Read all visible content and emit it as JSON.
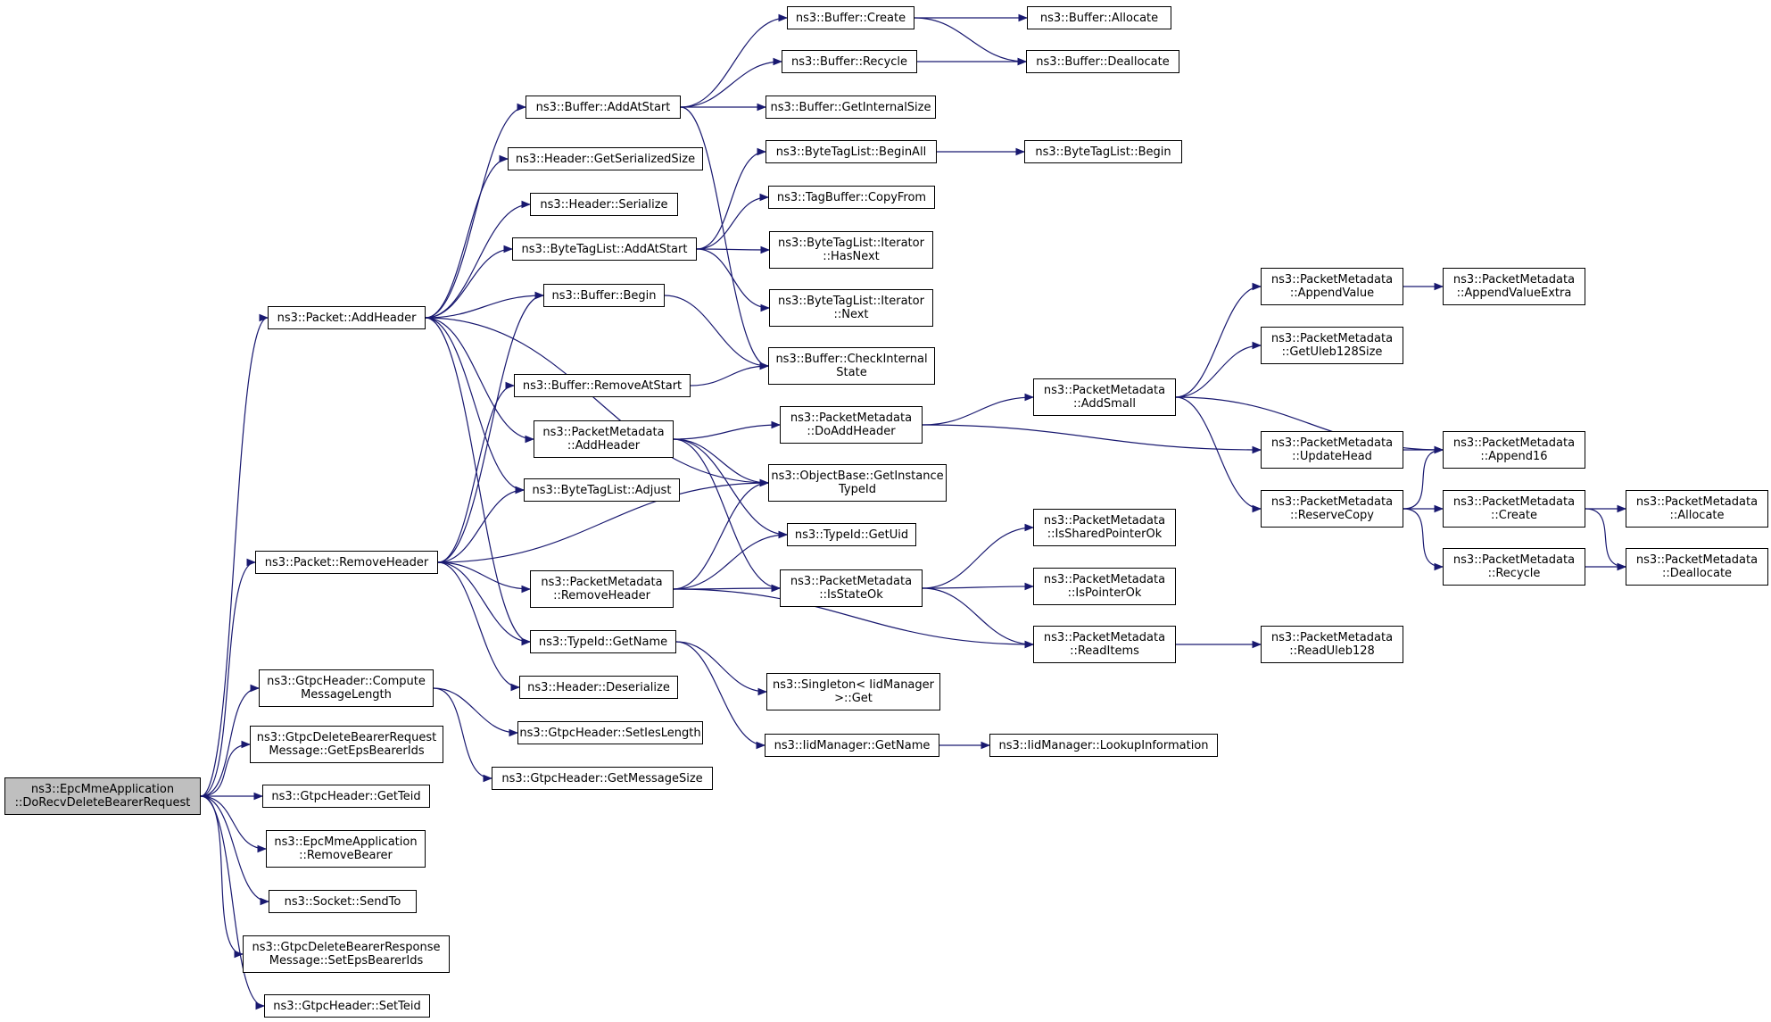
{
  "colors": {
    "edge": "#191970",
    "border": "#000000",
    "root_fill": "#bfbfbf",
    "node_fill": "#ffffff"
  },
  "nodes": [
    {
      "id": "root",
      "lines": [
        "ns3::EpcMmeApplication",
        "::DoRecvDeleteBearerRequest"
      ],
      "root": true
    },
    {
      "id": "pkt_addheader",
      "lines": [
        "ns3::Packet::AddHeader"
      ]
    },
    {
      "id": "pkt_removeheader",
      "lines": [
        "ns3::Packet::RemoveHeader"
      ]
    },
    {
      "id": "gtpc_compute",
      "lines": [
        "ns3::GtpcHeader::Compute",
        "MessageLength"
      ]
    },
    {
      "id": "gtpc_getepsbearerids",
      "lines": [
        "ns3::GtpcDeleteBearerRequest",
        "Message::GetEpsBearerIds"
      ]
    },
    {
      "id": "gtpc_getteid",
      "lines": [
        "ns3::GtpcHeader::GetTeid"
      ]
    },
    {
      "id": "epc_removebearer",
      "lines": [
        "ns3::EpcMmeApplication",
        "::RemoveBearer"
      ]
    },
    {
      "id": "socket_sendto",
      "lines": [
        "ns3::Socket::SendTo"
      ]
    },
    {
      "id": "gtpc_setepsbearerids",
      "lines": [
        "ns3::GtpcDeleteBearerResponse",
        "Message::SetEpsBearerIds"
      ]
    },
    {
      "id": "gtpc_setteid",
      "lines": [
        "ns3::GtpcHeader::SetTeid"
      ]
    },
    {
      "id": "buf_addatstart",
      "lines": [
        "ns3::Buffer::AddAtStart"
      ]
    },
    {
      "id": "hdr_getserializedsize",
      "lines": [
        "ns3::Header::GetSerializedSize"
      ]
    },
    {
      "id": "hdr_serialize",
      "lines": [
        "ns3::Header::Serialize"
      ]
    },
    {
      "id": "btl_addatstart",
      "lines": [
        "ns3::ByteTagList::AddAtStart"
      ]
    },
    {
      "id": "buf_begin",
      "lines": [
        "ns3::Buffer::Begin"
      ]
    },
    {
      "id": "buf_removeatstart",
      "lines": [
        "ns3::Buffer::RemoveAtStart"
      ]
    },
    {
      "id": "pm_addheader",
      "lines": [
        "ns3::PacketMetadata",
        "::AddHeader"
      ]
    },
    {
      "id": "btl_adjust",
      "lines": [
        "ns3::ByteTagList::Adjust"
      ]
    },
    {
      "id": "pm_removeheader",
      "lines": [
        "ns3::PacketMetadata",
        "::RemoveHeader"
      ]
    },
    {
      "id": "typeid_getname",
      "lines": [
        "ns3::TypeId::GetName"
      ]
    },
    {
      "id": "hdr_deserialize",
      "lines": [
        "ns3::Header::Deserialize"
      ]
    },
    {
      "id": "gtpc_setieslength",
      "lines": [
        "ns3::GtpcHeader::SetIesLength"
      ]
    },
    {
      "id": "gtpc_getmessagesize",
      "lines": [
        "ns3::GtpcHeader::GetMessageSize"
      ]
    },
    {
      "id": "buf_create",
      "lines": [
        "ns3::Buffer::Create"
      ]
    },
    {
      "id": "buf_recycle",
      "lines": [
        "ns3::Buffer::Recycle"
      ]
    },
    {
      "id": "buf_getinternalsize",
      "lines": [
        "ns3::Buffer::GetInternalSize"
      ]
    },
    {
      "id": "btl_beginall",
      "lines": [
        "ns3::ByteTagList::BeginAll"
      ]
    },
    {
      "id": "tagbuf_copyfrom",
      "lines": [
        "ns3::TagBuffer::CopyFrom"
      ]
    },
    {
      "id": "btl_iter_hasnext",
      "lines": [
        "ns3::ByteTagList::Iterator",
        "::HasNext"
      ]
    },
    {
      "id": "btl_iter_next",
      "lines": [
        "ns3::ByteTagList::Iterator",
        "::Next"
      ]
    },
    {
      "id": "buf_checkinternal",
      "lines": [
        "ns3::Buffer::CheckInternal",
        "State"
      ]
    },
    {
      "id": "pm_doaddheader",
      "lines": [
        "ns3::PacketMetadata",
        "::DoAddHeader"
      ]
    },
    {
      "id": "objbase_getinstancetypeid",
      "lines": [
        "ns3::ObjectBase::GetInstance",
        "TypeId"
      ]
    },
    {
      "id": "typeid_getuid",
      "lines": [
        "ns3::TypeId::GetUid"
      ]
    },
    {
      "id": "pm_isstateok",
      "lines": [
        "ns3::PacketMetadata",
        "::IsStateOk"
      ]
    },
    {
      "id": "singleton_get",
      "lines": [
        "ns3::Singleton< IidManager",
        ">::Get"
      ]
    },
    {
      "id": "iid_getname",
      "lines": [
        "ns3::IidManager::GetName"
      ]
    },
    {
      "id": "buf_allocate",
      "lines": [
        "ns3::Buffer::Allocate"
      ]
    },
    {
      "id": "buf_deallocate",
      "lines": [
        "ns3::Buffer::Deallocate"
      ]
    },
    {
      "id": "btl_begin",
      "lines": [
        "ns3::ByteTagList::Begin"
      ]
    },
    {
      "id": "pm_addsmall",
      "lines": [
        "ns3::PacketMetadata",
        "::AddSmall"
      ]
    },
    {
      "id": "pm_issharedpointerok",
      "lines": [
        "ns3::PacketMetadata",
        "::IsSharedPointerOk"
      ]
    },
    {
      "id": "pm_ispointerok",
      "lines": [
        "ns3::PacketMetadata",
        "::IsPointerOk"
      ]
    },
    {
      "id": "pm_readitems",
      "lines": [
        "ns3::PacketMetadata",
        "::ReadItems"
      ]
    },
    {
      "id": "iid_lookupinformation",
      "lines": [
        "ns3::IidManager::LookupInformation"
      ]
    },
    {
      "id": "pm_appendvalue",
      "lines": [
        "ns3::PacketMetadata",
        "::AppendValue"
      ]
    },
    {
      "id": "pm_getuleb128size",
      "lines": [
        "ns3::PacketMetadata",
        "::GetUleb128Size"
      ]
    },
    {
      "id": "pm_updatehead",
      "lines": [
        "ns3::PacketMetadata",
        "::UpdateHead"
      ]
    },
    {
      "id": "pm_reservecopy",
      "lines": [
        "ns3::PacketMetadata",
        "::ReserveCopy"
      ]
    },
    {
      "id": "pm_readuleb128",
      "lines": [
        "ns3::PacketMetadata",
        "::ReadUleb128"
      ]
    },
    {
      "id": "pm_appendvalueextra",
      "lines": [
        "ns3::PacketMetadata",
        "::AppendValueExtra"
      ]
    },
    {
      "id": "pm_append16",
      "lines": [
        "ns3::PacketMetadata",
        "::Append16"
      ]
    },
    {
      "id": "pm_create",
      "lines": [
        "ns3::PacketMetadata",
        "::Create"
      ]
    },
    {
      "id": "pm_recycle",
      "lines": [
        "ns3::PacketMetadata",
        "::Recycle"
      ]
    },
    {
      "id": "pm_allocate",
      "lines": [
        "ns3::PacketMetadata",
        "::Allocate"
      ]
    },
    {
      "id": "pm_deallocate",
      "lines": [
        "ns3::PacketMetadata",
        "::Deallocate"
      ]
    }
  ],
  "edges": [
    [
      "root",
      "pkt_addheader"
    ],
    [
      "root",
      "pkt_removeheader"
    ],
    [
      "root",
      "gtpc_compute"
    ],
    [
      "root",
      "gtpc_getepsbearerids"
    ],
    [
      "root",
      "gtpc_getteid"
    ],
    [
      "root",
      "epc_removebearer"
    ],
    [
      "root",
      "socket_sendto"
    ],
    [
      "root",
      "gtpc_setepsbearerids"
    ],
    [
      "root",
      "gtpc_setteid"
    ],
    [
      "pkt_addheader",
      "buf_addatstart"
    ],
    [
      "pkt_addheader",
      "hdr_getserializedsize"
    ],
    [
      "pkt_addheader",
      "hdr_serialize"
    ],
    [
      "pkt_addheader",
      "btl_addatstart"
    ],
    [
      "pkt_addheader",
      "buf_begin"
    ],
    [
      "pkt_addheader",
      "pm_addheader"
    ],
    [
      "pkt_addheader",
      "btl_adjust"
    ],
    [
      "pkt_addheader",
      "objbase_getinstancetypeid"
    ],
    [
      "pkt_addheader",
      "typeid_getname"
    ],
    [
      "pkt_removeheader",
      "buf_begin"
    ],
    [
      "pkt_removeheader",
      "buf_removeatstart"
    ],
    [
      "pkt_removeheader",
      "btl_adjust"
    ],
    [
      "pkt_removeheader",
      "pm_removeheader"
    ],
    [
      "pkt_removeheader",
      "typeid_getname"
    ],
    [
      "pkt_removeheader",
      "hdr_deserialize"
    ],
    [
      "pkt_removeheader",
      "objbase_getinstancetypeid"
    ],
    [
      "gtpc_compute",
      "gtpc_setieslength"
    ],
    [
      "gtpc_compute",
      "gtpc_getmessagesize"
    ],
    [
      "buf_addatstart",
      "buf_create"
    ],
    [
      "buf_addatstart",
      "buf_recycle"
    ],
    [
      "buf_addatstart",
      "buf_getinternalsize"
    ],
    [
      "buf_addatstart",
      "buf_checkinternal"
    ],
    [
      "btl_addatstart",
      "btl_beginall"
    ],
    [
      "btl_addatstart",
      "tagbuf_copyfrom"
    ],
    [
      "btl_addatstart",
      "btl_iter_hasnext"
    ],
    [
      "btl_addatstart",
      "btl_iter_next"
    ],
    [
      "buf_begin",
      "buf_checkinternal"
    ],
    [
      "buf_removeatstart",
      "buf_checkinternal"
    ],
    [
      "pm_addheader",
      "pm_doaddheader"
    ],
    [
      "pm_addheader",
      "objbase_getinstancetypeid"
    ],
    [
      "pm_addheader",
      "typeid_getuid"
    ],
    [
      "pm_addheader",
      "pm_isstateok"
    ],
    [
      "pm_removeheader",
      "objbase_getinstancetypeid"
    ],
    [
      "pm_removeheader",
      "typeid_getuid"
    ],
    [
      "pm_removeheader",
      "pm_isstateok"
    ],
    [
      "pm_removeheader",
      "pm_readitems"
    ],
    [
      "typeid_getname",
      "singleton_get"
    ],
    [
      "typeid_getname",
      "iid_getname"
    ],
    [
      "buf_create",
      "buf_allocate"
    ],
    [
      "buf_create",
      "buf_deallocate"
    ],
    [
      "buf_recycle",
      "buf_deallocate"
    ],
    [
      "btl_beginall",
      "btl_begin"
    ],
    [
      "pm_doaddheader",
      "pm_addsmall"
    ],
    [
      "pm_doaddheader",
      "pm_updatehead"
    ],
    [
      "pm_isstateok",
      "pm_issharedpointerok"
    ],
    [
      "pm_isstateok",
      "pm_ispointerok"
    ],
    [
      "pm_isstateok",
      "pm_readitems"
    ],
    [
      "iid_getname",
      "iid_lookupinformation"
    ],
    [
      "pm_addsmall",
      "pm_appendvalue"
    ],
    [
      "pm_addsmall",
      "pm_getuleb128size"
    ],
    [
      "pm_addsmall",
      "pm_append16"
    ],
    [
      "pm_addsmall",
      "pm_reservecopy"
    ],
    [
      "pm_readitems",
      "pm_readuleb128"
    ],
    [
      "pm_appendvalue",
      "pm_appendvalueextra"
    ],
    [
      "pm_updatehead",
      "pm_append16"
    ],
    [
      "pm_reservecopy",
      "pm_append16"
    ],
    [
      "pm_reservecopy",
      "pm_create"
    ],
    [
      "pm_reservecopy",
      "pm_recycle"
    ],
    [
      "pm_create",
      "pm_allocate"
    ],
    [
      "pm_create",
      "pm_deallocate"
    ],
    [
      "pm_recycle",
      "pm_deallocate"
    ]
  ]
}
